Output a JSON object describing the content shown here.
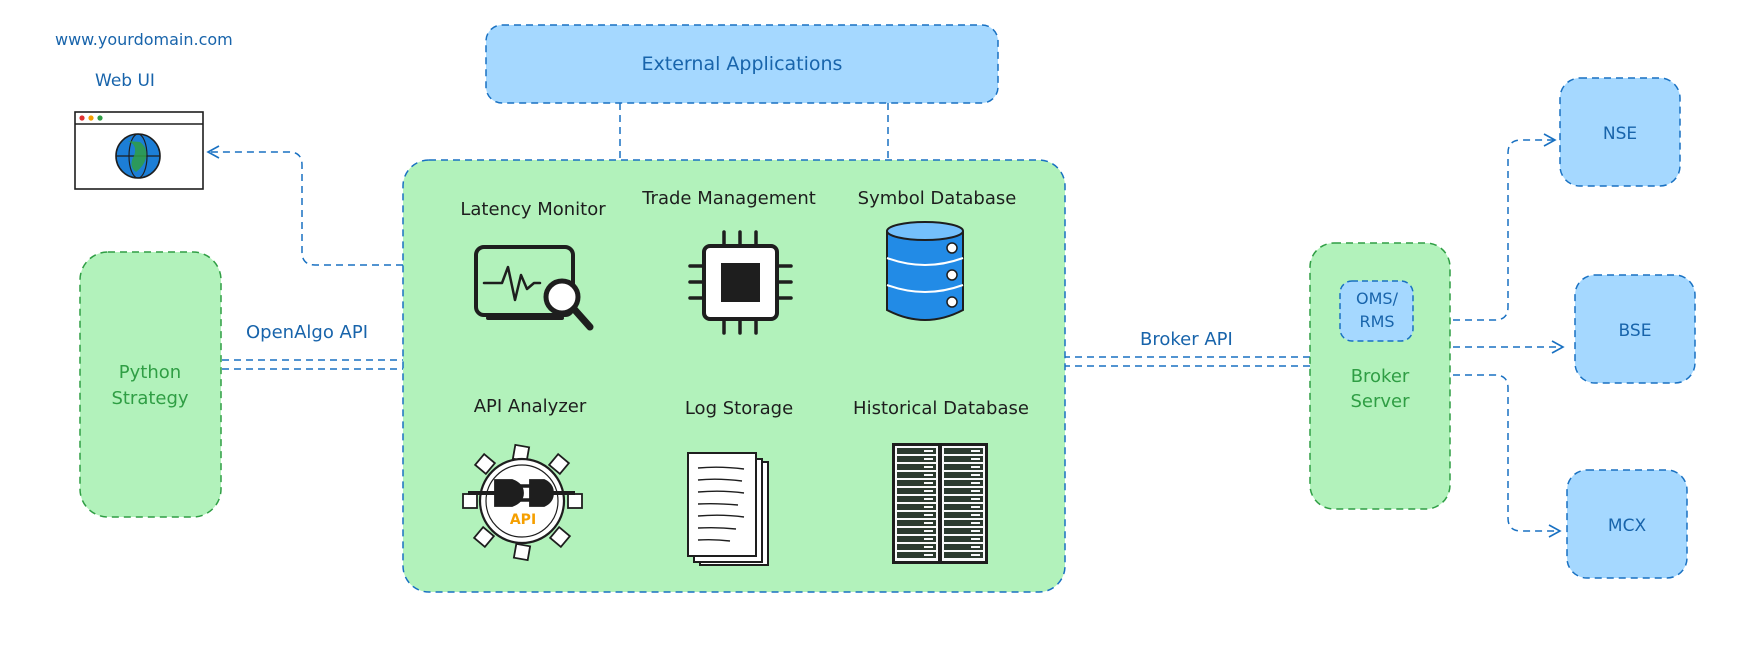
{
  "domain_url": "www.yourdomain.com",
  "web_ui": {
    "label": "Web UI",
    "icon": "browser-globe-icon"
  },
  "external_apps": {
    "label": "External Applications"
  },
  "python_strategy": {
    "line1": "Python",
    "line2": "Strategy"
  },
  "openalgo_api": {
    "label": "OpenAlgo API"
  },
  "core_modules": {
    "latency_monitor": {
      "label": "Latency Monitor",
      "icon": "latency-monitor-icon"
    },
    "trade_management": {
      "label": "Trade Management",
      "icon": "cpu-chip-icon"
    },
    "symbol_database": {
      "label": "Symbol Database",
      "icon": "database-cylinder-icon"
    },
    "api_analyzer": {
      "label": "API Analyzer",
      "icon": "api-plug-gear-icon",
      "badge": "API"
    },
    "log_storage": {
      "label": "Log Storage",
      "icon": "document-stack-icon"
    },
    "historical_database": {
      "label": "Historical Database",
      "icon": "server-rack-icon"
    }
  },
  "broker_api": {
    "label": "Broker API"
  },
  "broker_server": {
    "line1": "Broker",
    "line2": "Server",
    "oms_line1": "OMS/",
    "oms_line2": "RMS"
  },
  "exchanges": {
    "nse": "NSE",
    "bse": "BSE",
    "mcx": "MCX"
  },
  "colors": {
    "blue_box": "#a5d8ff",
    "green_box": "#b2f2bb",
    "blue_stroke": "#1971c2",
    "green_stroke": "#2f9e44",
    "text_blue": "#1864ab",
    "text_green": "#2f9e44",
    "accent_yellow": "#f59f00"
  }
}
